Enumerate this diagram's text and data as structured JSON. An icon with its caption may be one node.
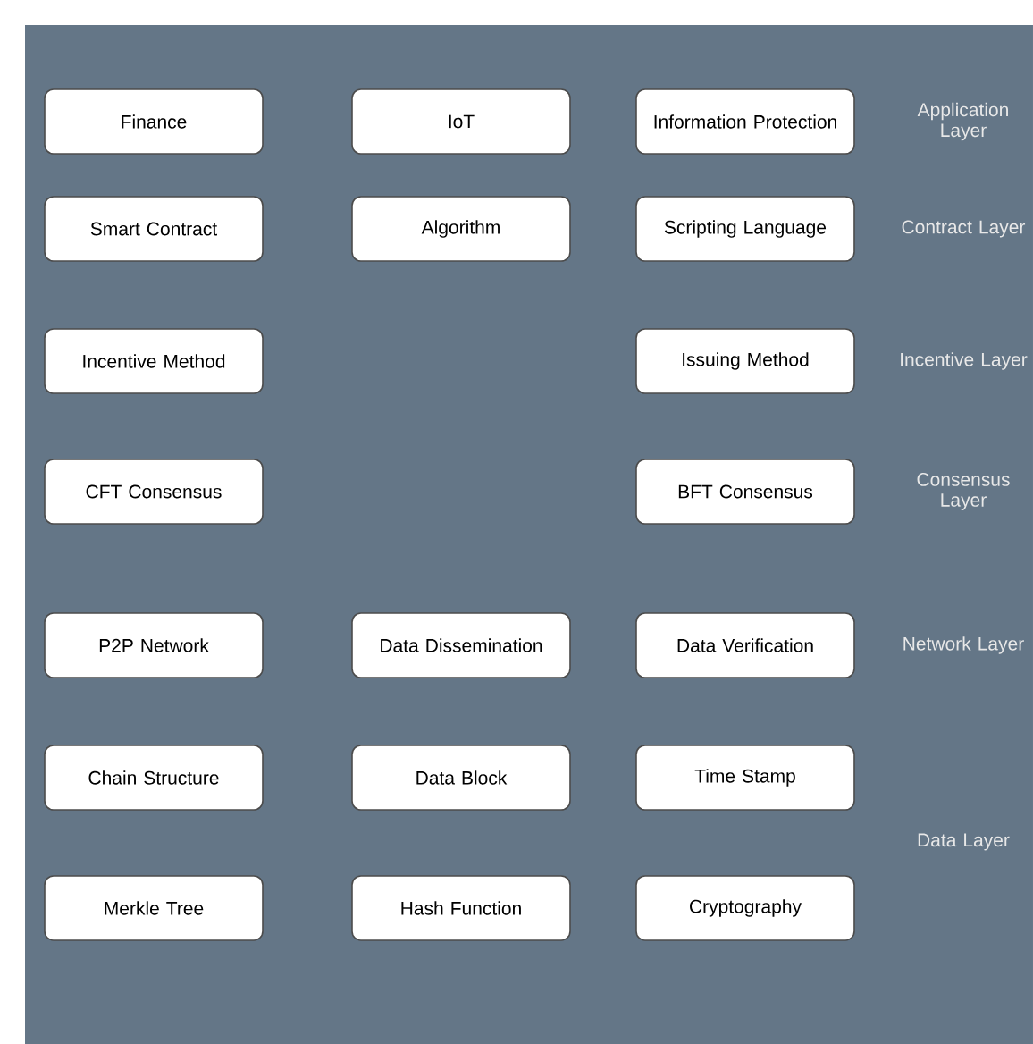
{
  "diagram": {
    "nodes": [
      {
        "text": [
          "Finance"
        ]
      },
      {
        "text": [
          "IoT"
        ]
      },
      {
        "text": [
          "Information Protection"
        ]
      },
      {
        "text": [
          "Smart Contract"
        ]
      },
      {
        "text": [
          "Algorithm"
        ]
      },
      {
        "text": [
          "Scripting Language"
        ]
      },
      {
        "text": [
          "Incentive Method"
        ]
      },
      {
        "text": [
          "Issuing Method"
        ]
      },
      {
        "text": [
          "CFT Consensus"
        ]
      },
      {
        "text": [
          "BFT Consensus"
        ]
      },
      {
        "text": [
          "P2P Network"
        ]
      },
      {
        "text": [
          "Data Dissemination"
        ]
      },
      {
        "text": [
          "Data Verification"
        ]
      },
      {
        "text": [
          "Chain Structure"
        ]
      },
      {
        "text": [
          "Data Block"
        ]
      },
      {
        "text": [
          "Time Stamp"
        ]
      },
      {
        "text": [
          "Merkle Tree"
        ]
      },
      {
        "text": [
          "Hash Function"
        ]
      },
      {
        "text": [
          "Cryptography"
        ]
      }
    ],
    "labels": [
      "Application Layer",
      "Contract Layer",
      "Incentive Layer",
      "Consensus Layer",
      "Network Layer",
      "Data Layer"
    ]
  }
}
